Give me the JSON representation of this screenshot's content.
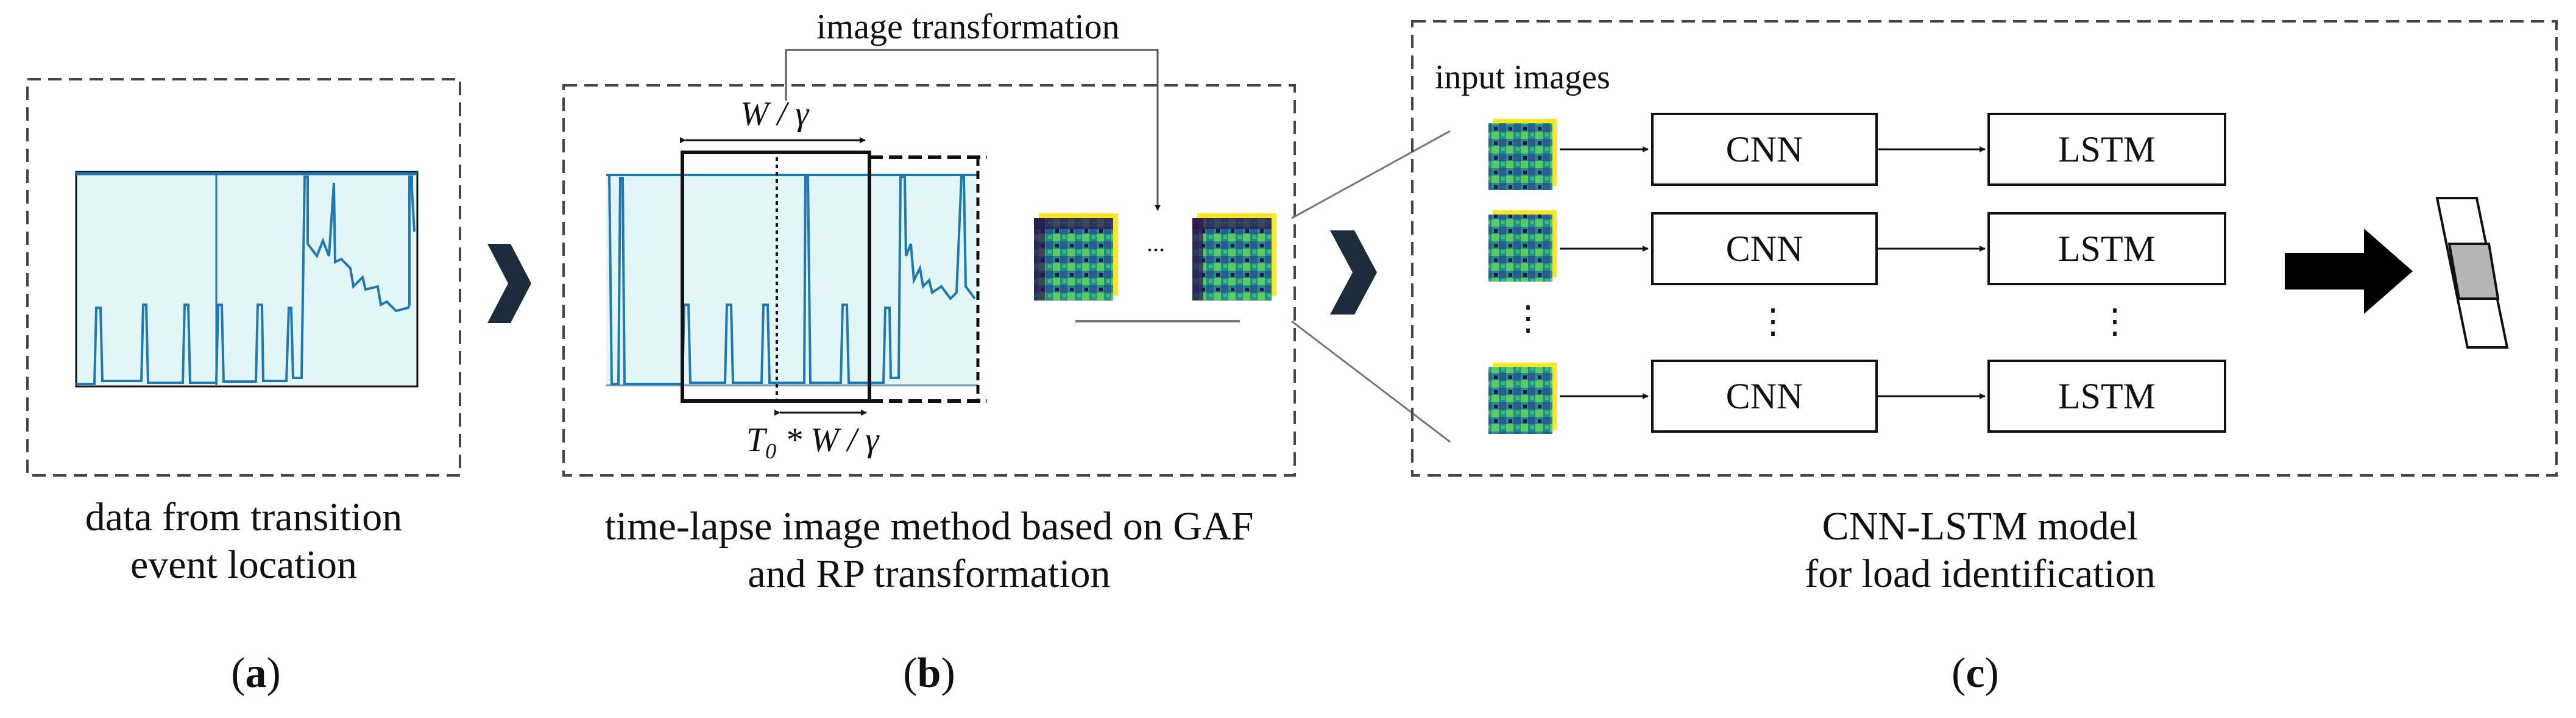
{
  "panel_a": {
    "caption_lines": [
      "data from transition",
      "event location"
    ],
    "sublabel": "a"
  },
  "panel_b": {
    "annotation": "image transformation",
    "window_label": "W / γ",
    "step_label_prefix": "T",
    "step_label_sub": "0",
    "step_label_suffix": " * W / γ",
    "ellipsis": "...",
    "caption_lines": [
      "time-lapse image method based on GAF",
      "and RP transformation"
    ],
    "sublabel": "b"
  },
  "panel_c": {
    "input_label": "input images",
    "cnn_label": "CNN",
    "lstm_label": "LSTM",
    "vdots": "⋮",
    "caption_lines": [
      "CNN-LSTM model",
      "for load identification"
    ],
    "sublabel": "c"
  },
  "colors": {
    "signal_fill": "#e2f6f8",
    "signal_line": "#1f77b4",
    "heatmap_dark": "#2c0f4f",
    "heatmap_teal": "#1f8f8a",
    "heatmap_green": "#5ec962",
    "heatmap_yellow": "#fde725",
    "chevron": "#1c2c3d",
    "output_cell": "#b5b5b5"
  }
}
